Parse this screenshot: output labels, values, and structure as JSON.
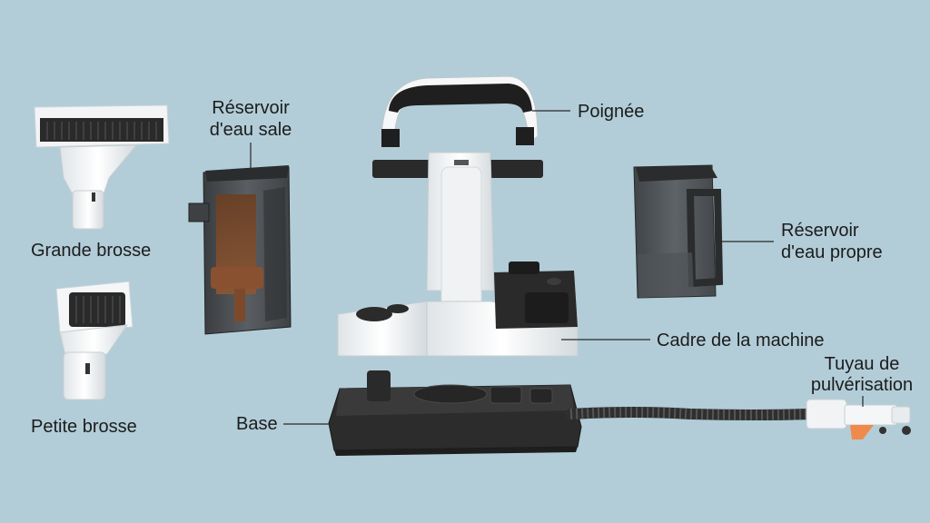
{
  "labels": {
    "grande_brosse": "Grande brosse",
    "petite_brosse": "Petite brosse",
    "reservoir_sale_line1": "Réservoir",
    "reservoir_sale_line2": "d'eau sale",
    "poignee": "Poignée",
    "reservoir_propre_line1": "Réservoir",
    "reservoir_propre_line2": "d'eau propre",
    "cadre": "Cadre de la machine",
    "tuyau_line1": "Tuyau de",
    "tuyau_line2": "pulvérisation",
    "base": "Base"
  },
  "colors": {
    "background": "#b2cdd8",
    "body_white": "#f4f6f7",
    "dark_plastic": "#2b2b2b",
    "tank_smoke": "#4a4d50",
    "dirty_water": "#7a4a2a",
    "nozzle_orange": "#f08a4b"
  }
}
